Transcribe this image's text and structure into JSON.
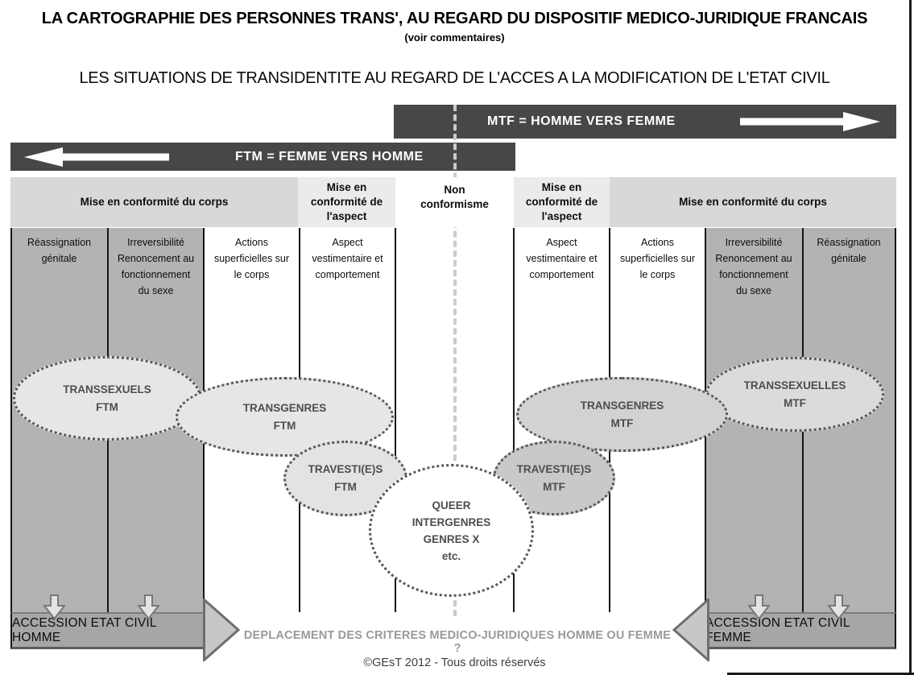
{
  "page": {
    "title": "LA CARTOGRAPHIE DES PERSONNES TRANS', AU REGARD DU DISPOSITIF MEDICO-JURIDIQUE FRANCAIS",
    "subtitle": "(voir commentaires)",
    "heading2": "LES SITUATIONS DE TRANSIDENTITE AU REGARD DE L'ACCES A LA MODIFICATION DE L'ETAT CIVIL",
    "footer": "©GEsT 2012 - Tous droits réservés"
  },
  "banners": {
    "mtf": {
      "label": "MTF = HOMME VERS FEMME",
      "direction": "right"
    },
    "ftm": {
      "label": "FTM = FEMME VERS HOMME",
      "direction": "left"
    }
  },
  "group_headers": {
    "left_corps": "Mise en conformité du corps",
    "left_aspect": "Mise en\nconformité de\nl'aspect",
    "center": "Non\nconformisme",
    "right_aspect": "Mise en\nconformité de\nl'aspect",
    "right_corps": "Mise en conformité du corps"
  },
  "columns": [
    {
      "label": "Réassignation\ngénitale"
    },
    {
      "label": "Irreversibilité\nRenoncement au\nfonctionnement\ndu sexe"
    },
    {
      "label": "Actions\nsuperficielles sur\nle corps"
    },
    {
      "label": "Aspect\nvestimentaire et\ncomportement"
    },
    {
      "label": "Aspect\nvestimentaire et\ncomportement"
    },
    {
      "label": "Actions\nsuperficielles sur\nle corps"
    },
    {
      "label": "Irreversibilité\nRenoncement au\nfonctionnement\ndu sexe"
    },
    {
      "label": "Réassignation\ngénitale"
    }
  ],
  "ellipses": [
    {
      "id": "transsexuels-ftm",
      "label": "TRANSSEXUELS\nFTM",
      "fill": "#e6e6e6"
    },
    {
      "id": "transgenres-ftm",
      "label": "TRANSGENRES\nFTM",
      "fill": "#e6e6e6"
    },
    {
      "id": "transsexuelles-mtf",
      "label": "TRANSSEXUELLES\nMTF",
      "fill": "#dbdbdb"
    },
    {
      "id": "transgenres-mtf",
      "label": "TRANSGENRES\nMTF",
      "fill": "#d2d2d2"
    },
    {
      "id": "travestis-ftm",
      "label": "TRAVESTI(E)S\nFTM",
      "fill": "#e3e3e3"
    },
    {
      "id": "travestis-mtf",
      "label": "TRAVESTI(E)S\nMTF",
      "fill": "#c9c9c9"
    },
    {
      "id": "queer",
      "label": "QUEER\nINTERGENRES\nGENRES X\netc.",
      "fill": "#ffffff"
    }
  ],
  "bottom": {
    "homme_band": "ACCESSION ETAT CIVIL HOMME",
    "femme_band": "ACCESSION ETAT CIVIL FEMME",
    "question": "DEPLACEMENT DES CRITERES MEDICO-JURIDIQUES HOMME OU FEMME ?"
  },
  "icons": {
    "mtf_banner_arrow": "arrow-right",
    "ftm_banner_arrow": "arrow-left",
    "band_arrows": "arrow-down-outline",
    "homme_pointer": "triangle-right",
    "femme_pointer": "triangle-left"
  },
  "colors": {
    "banner_bg": "#474747",
    "group_header_bg": "#d8d8d8",
    "aspect_header_bg": "#ebebeb",
    "gray_column_bg": "#b3b3b3",
    "band_bg": "#a6a6a6",
    "ellipse_border": "#575757",
    "dashed_divider": "#cbcbcb",
    "question_text": "#9a9a9a",
    "text": "#111111"
  }
}
